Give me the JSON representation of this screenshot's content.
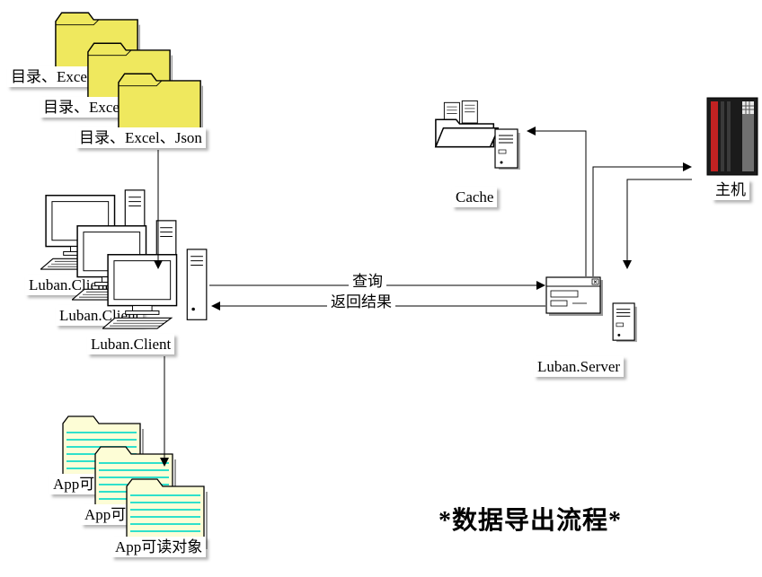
{
  "diagram": {
    "title": "*数据导出流程*",
    "folder_stack": {
      "label": "目录、Excel、Json"
    },
    "client_stack": {
      "label": "Luban.Client"
    },
    "app_stack": {
      "label": "App可读对象"
    },
    "cache": {
      "label": "Cache"
    },
    "host": {
      "label": "主机"
    },
    "server": {
      "label": "Luban.Server"
    },
    "flows": {
      "query": "查询",
      "result": "返回结果"
    },
    "colors": {
      "folder_fill": "#efe85e",
      "note_fill": "#fdfdd6",
      "note_lines": "#2fe0cb",
      "host_body": "#1b1b1b",
      "host_stripe": "#c22222",
      "line": "#000000"
    }
  }
}
